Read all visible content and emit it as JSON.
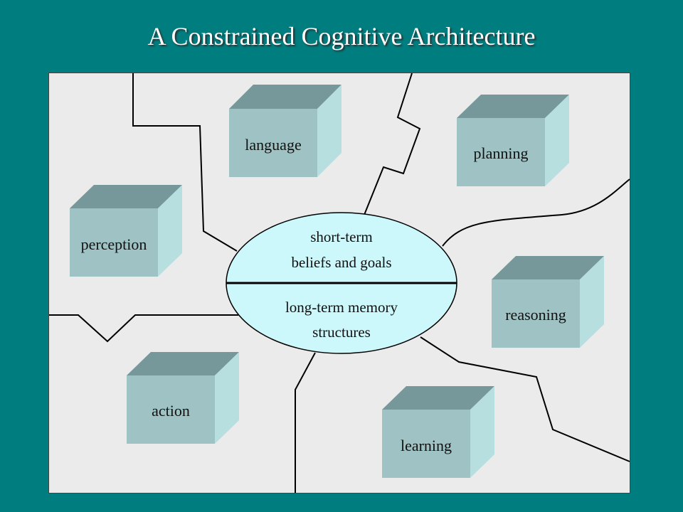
{
  "title": "A Constrained Cognitive Architecture",
  "center": {
    "top_lines": [
      "short-term",
      "beliefs and goals"
    ],
    "bottom_lines": [
      "long-term memory",
      "structures"
    ]
  },
  "modules": [
    {
      "id": "language",
      "label": "language"
    },
    {
      "id": "planning",
      "label": "planning"
    },
    {
      "id": "perception",
      "label": "perception"
    },
    {
      "id": "reasoning",
      "label": "reasoning"
    },
    {
      "id": "action",
      "label": "action"
    },
    {
      "id": "learning",
      "label": "learning"
    }
  ],
  "colors": {
    "background": "#007d7f",
    "panel": "#ebebeb",
    "cube_front": "#9fc3c4",
    "cube_top": "#76989a",
    "cube_side": "#b7dfe0",
    "ellipse_fill": "#ccf7fb"
  }
}
